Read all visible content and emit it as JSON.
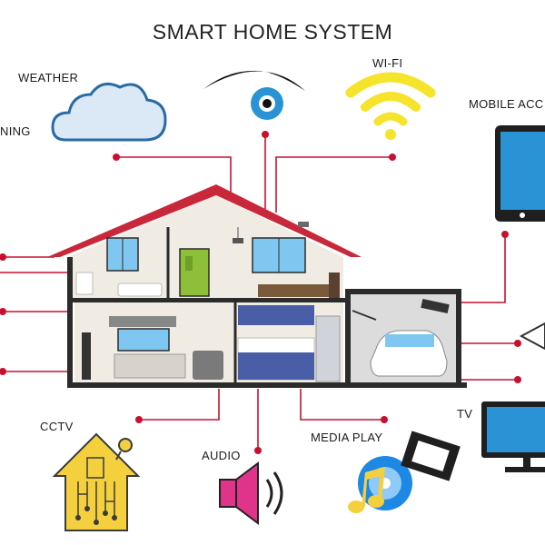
{
  "title": "SMART HOME SYSTEM",
  "labels": {
    "weather": "WEATHER",
    "lightning": "NING",
    "wifi": "WI-FI",
    "mobile": "MOBILE ACC",
    "cctv": "CCTV",
    "audio": "AUDIO",
    "media": "MEDIA PLAY",
    "tv": "TV"
  },
  "colors": {
    "connector": "#c8102e",
    "roof": "#c8283a",
    "wall": "#f1ece3",
    "frame": "#2b2b2b",
    "icon_blue": "#2a93d5",
    "wifi_yellow": "#f6e32b",
    "cctv_yellow": "#f4d03f",
    "speaker_pink": "#e0338a",
    "disc_blue": "#1e88e5"
  },
  "icons": [
    "weather-cloud-icon",
    "eye-icon",
    "wifi-icon",
    "tablet-icon",
    "router-icon",
    "tv-monitor-icon",
    "cctv-circuit-house-icon",
    "speaker-icon",
    "media-disc-icon",
    "film-strip-icon",
    "music-note-icon"
  ]
}
